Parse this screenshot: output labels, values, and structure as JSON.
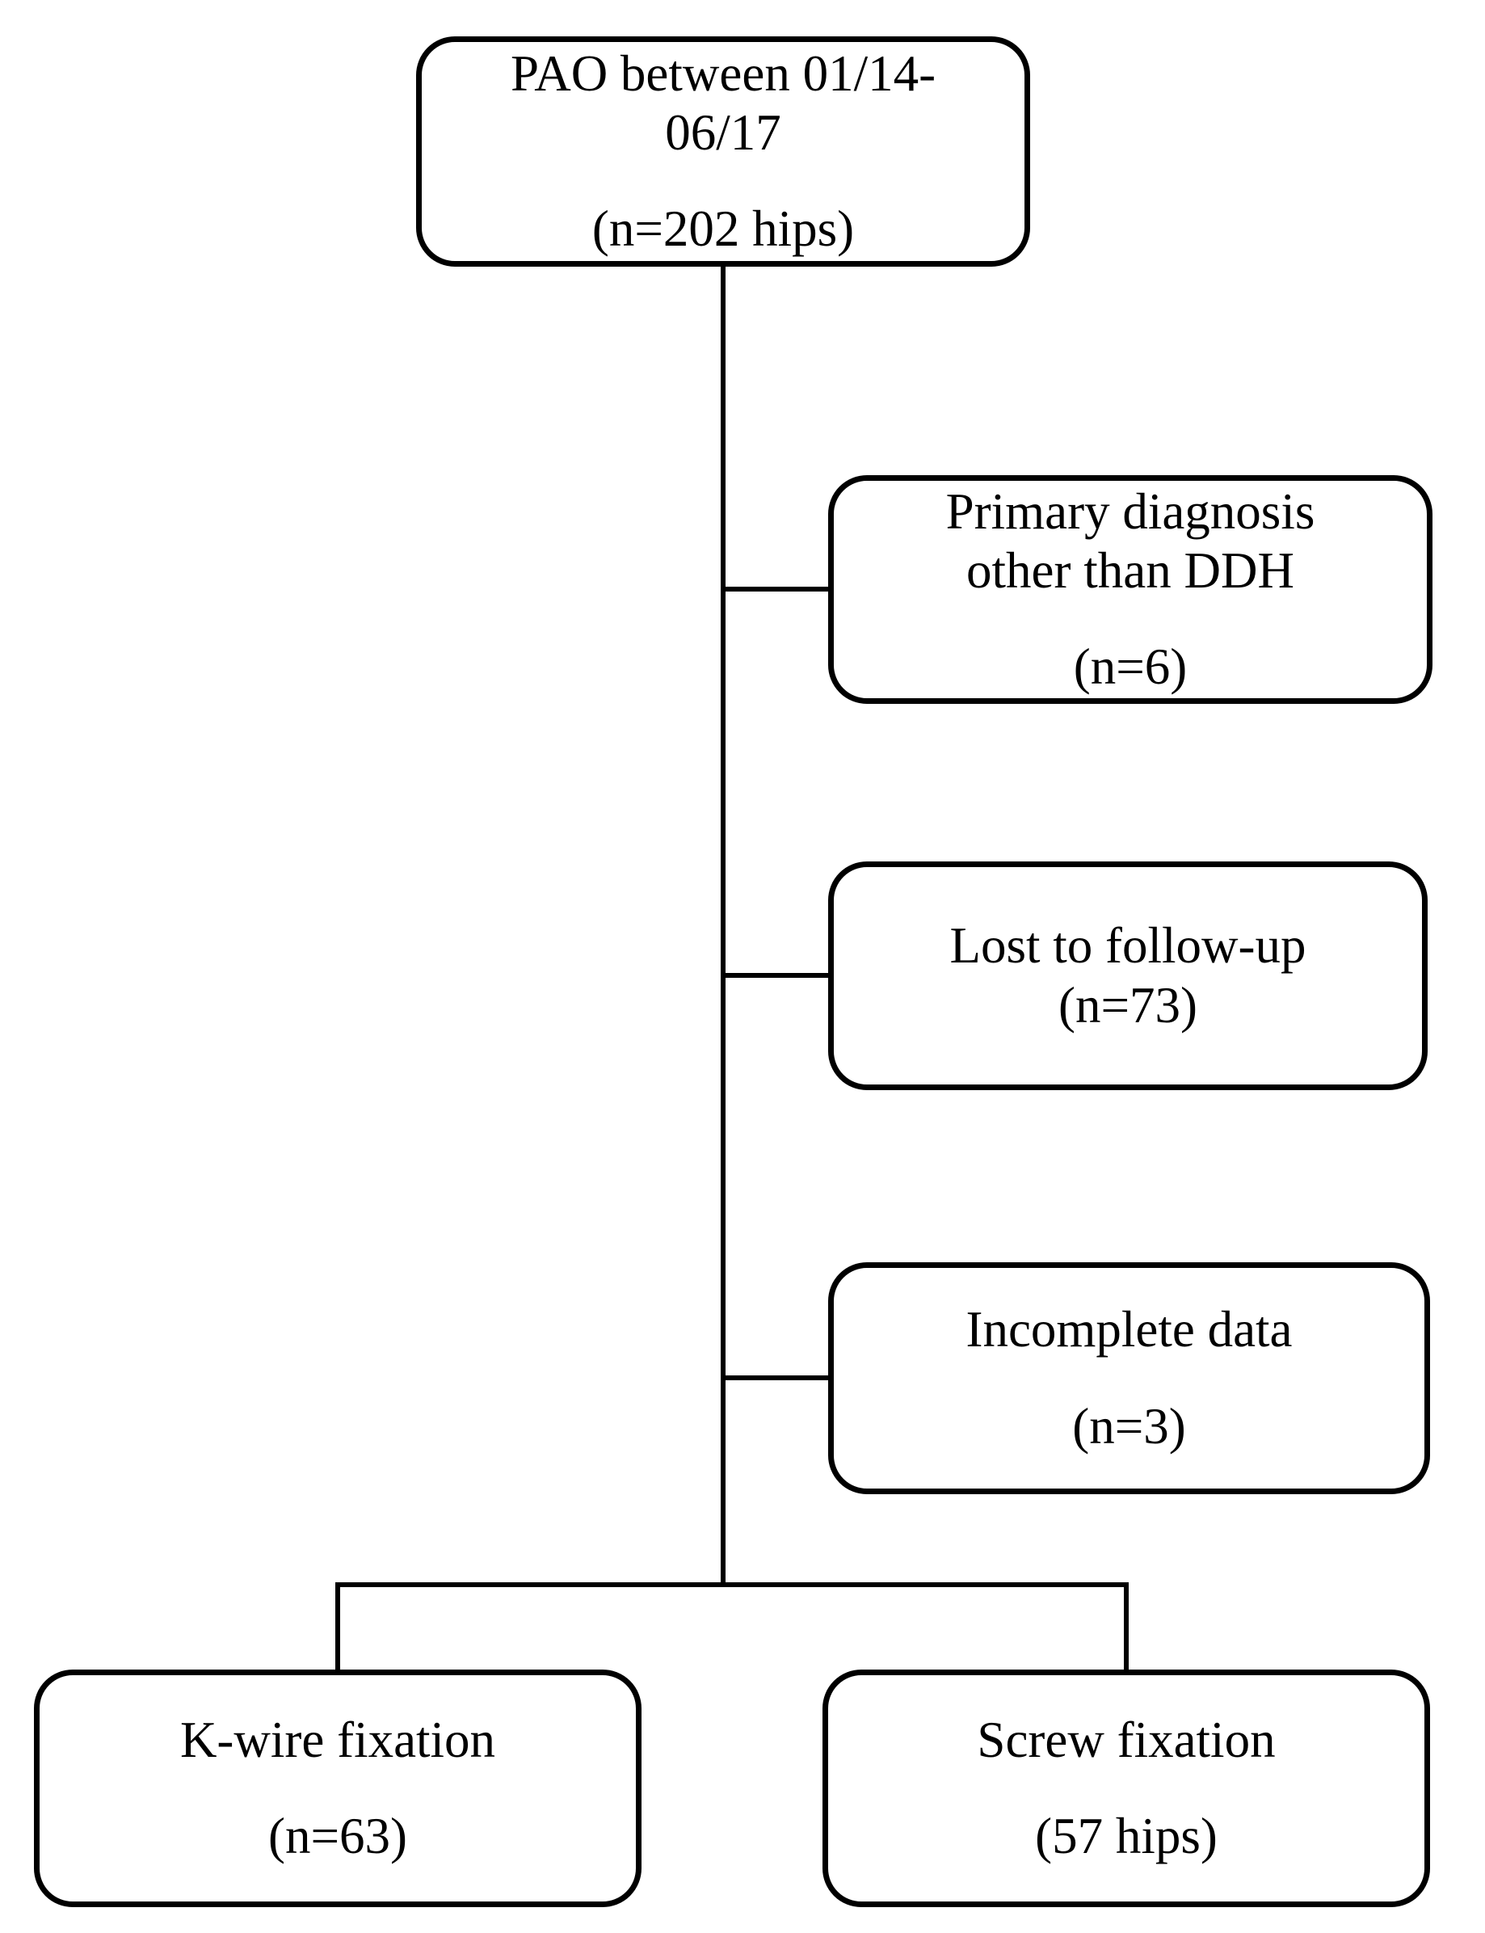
{
  "diagram": {
    "type": "patient-flowchart",
    "colors": {
      "line": "#000000",
      "box_border": "#000000",
      "box_fill": "#ffffff",
      "text": "#000000",
      "background": "#ffffff"
    },
    "nodes": {
      "root": {
        "lines": [
          "PAO between 01/14-",
          "06/17",
          "",
          "(n=202 hips)"
        ]
      },
      "excl1": {
        "lines": [
          "Primary diagnosis",
          "other than DDH",
          "",
          "(n=6)"
        ]
      },
      "excl2": {
        "lines": [
          "Lost to follow-up",
          "(n=73)"
        ]
      },
      "excl3": {
        "lines": [
          "Incomplete data",
          "",
          "(n=3)"
        ]
      },
      "kwire": {
        "lines": [
          "K-wire fixation",
          "",
          "(n=63)"
        ]
      },
      "screw": {
        "lines": [
          "Screw fixation",
          "",
          "(57 hips)"
        ]
      }
    }
  }
}
